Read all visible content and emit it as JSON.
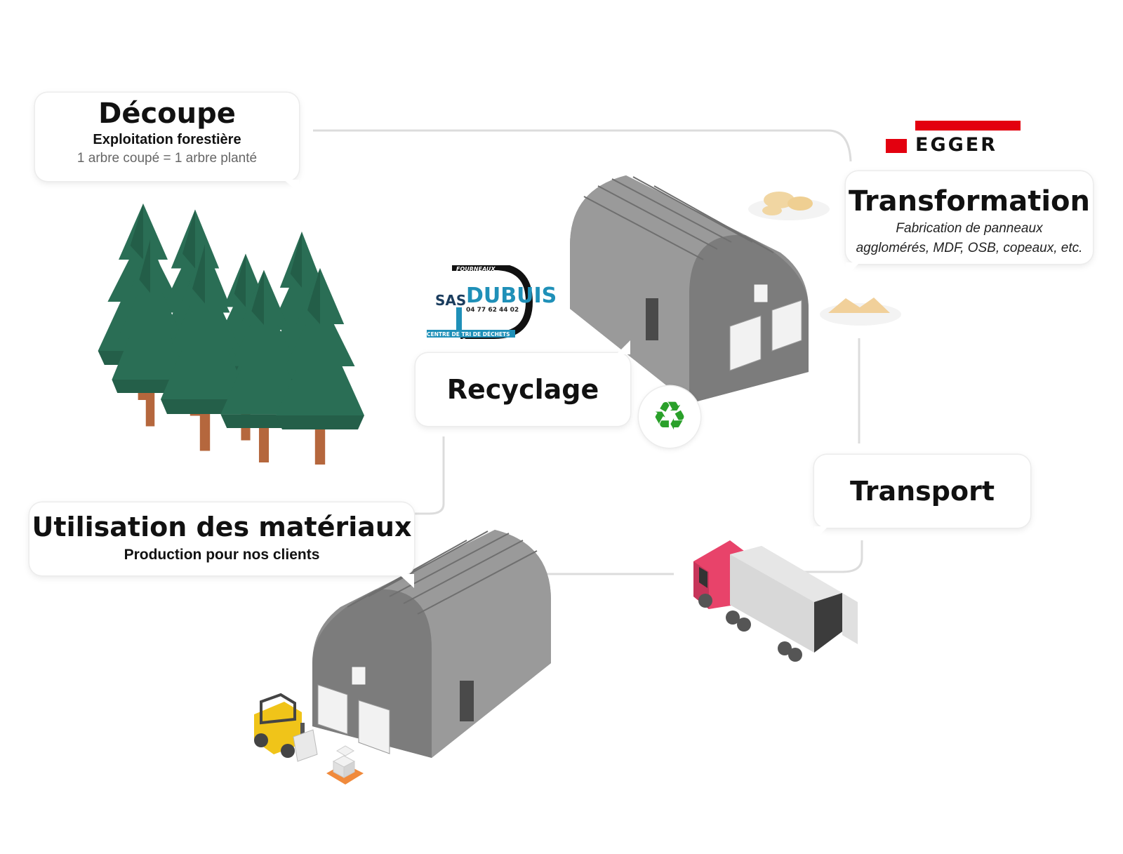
{
  "stages": {
    "decoupe": {
      "title": "Découpe",
      "subtitle": "Exploitation forestière",
      "note": "1 arbre coupé = 1 arbre planté"
    },
    "transformation": {
      "title": "Transformation",
      "line1": "Fabrication de panneaux",
      "line2": "agglomérés, MDF, OSB, copeaux, etc."
    },
    "recyclage": {
      "title": "Recyclage"
    },
    "transport": {
      "title": "Transport"
    },
    "utilisation": {
      "title": "Utilisation des matériaux",
      "subtitle": "Production pour nos clients"
    }
  },
  "logos": {
    "egger": {
      "name": "EGGER",
      "color": "#e3000f"
    },
    "dubuis": {
      "prefix": "SAS",
      "name": "DUBUIS",
      "place": "FOURNEAUX",
      "phone": "04 77 62 44 02",
      "tagline": "CENTRE DE TRI DE DÉCHETS INDUSTRIELS",
      "color": "#1f90b8"
    }
  },
  "icons": {
    "recycle": "recycle-icon",
    "trees": "tree-icon",
    "warehouse": "warehouse-icon",
    "truck": "truck-icon",
    "forklift": "forklift-icon",
    "wood-chips": "wood-chips-icon",
    "boxes": "boxes-icon"
  },
  "colors": {
    "tree": "#2a6e55",
    "trunk": "#b5673d",
    "warehouse": "#8c8c8c",
    "truck-cab": "#e8436a",
    "forklift": "#f0c419"
  }
}
